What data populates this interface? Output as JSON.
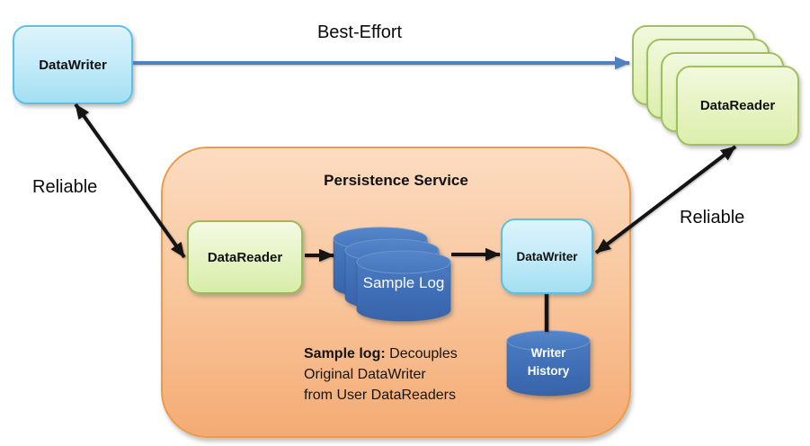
{
  "labels": {
    "best_effort": "Best-Effort",
    "reliable_left": "Reliable",
    "reliable_right": "Reliable"
  },
  "nodes": {
    "user_datawriter": "DataWriter",
    "user_datareader": "DataReader",
    "persistence_title": "Persistence Service",
    "persistence_datareader": "DataReader",
    "sample_log": "Sample Log",
    "persistence_datawriter": "DataWriter",
    "writer_history": {
      "line1": "Writer",
      "line2": "History"
    }
  },
  "note": {
    "lead_bold": "Sample log:",
    "line1_rest": " Decouples",
    "line2": "Original DataWriter",
    "line3": "from User DataReaders"
  },
  "colors": {
    "best_effort_arrow": "#4f81bd",
    "reliable_arrow": "#141414",
    "blue_node_border": "#58c1e8",
    "blue_node_fill_top": "#ddf3fb",
    "blue_node_fill_bottom": "#a3dff2",
    "green_node_border": "#9cba59",
    "green_node_fill_top": "#f4fae4",
    "green_node_fill_bottom": "#d8eda8",
    "panel_border": "#ef9a49",
    "panel_fill_top": "#fcdcc1",
    "panel_fill_bottom": "#f4ab74",
    "cylinder_fill": "#3e6db5",
    "cylinder_top_fill": "#4d7ec6",
    "cylinder_text": "#ffffff"
  }
}
